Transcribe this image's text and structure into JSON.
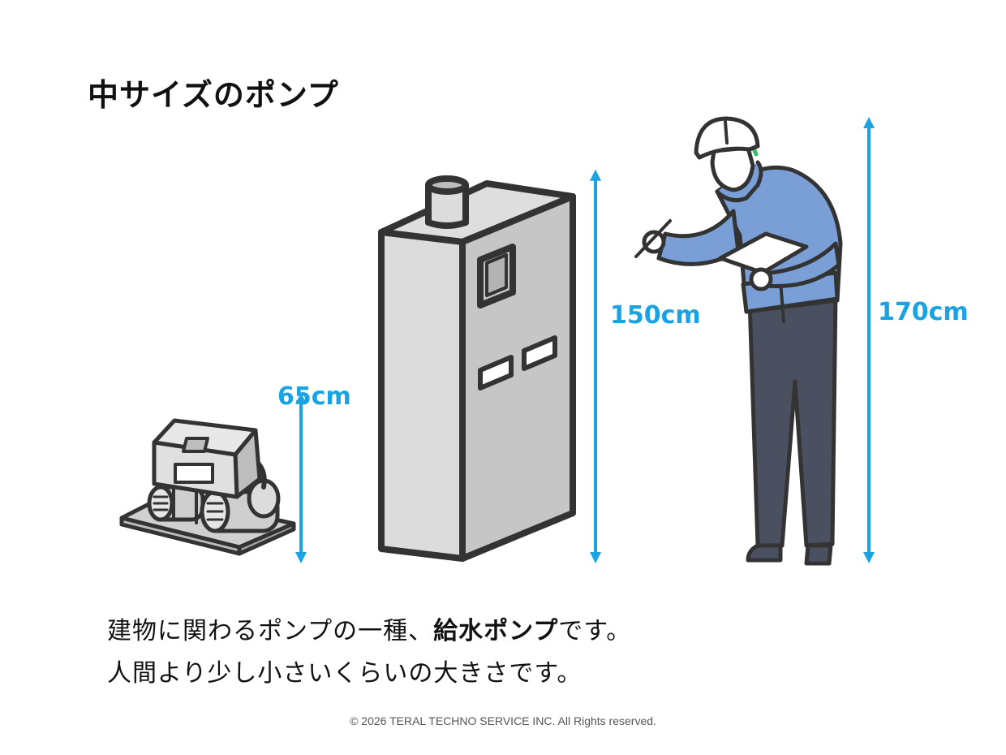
{
  "title": "中サイズのポンプ",
  "description": {
    "line1_prefix": "建物に関わるポンプの一種、",
    "line1_bold": "給水ポンプ",
    "line1_suffix": "です。",
    "line2": "人間より少し小さいくらいの大きさです。"
  },
  "dimensions": [
    {
      "label": "65cm",
      "value": 65
    },
    {
      "label": "150cm",
      "value": 150
    },
    {
      "label": "170cm",
      "value": 170
    }
  ],
  "copyright": "© 2026 TERAL TECHNO SERVICE INC. All Rights reserved.",
  "colors": {
    "accent": "#1aa3e3",
    "outline": "#333333",
    "cabinet_front": "#d9d9d9",
    "cabinet_side": "#c2c2c2",
    "jacket": "#7a9fd6",
    "pants": "#4a5060",
    "collar_green": "#2ec36a"
  }
}
